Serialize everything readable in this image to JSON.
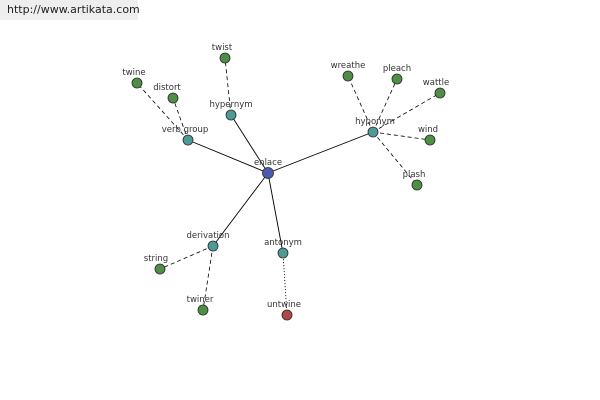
{
  "banner": {
    "url": "http://www.artikata.com"
  },
  "colors": {
    "center": "#4b5bb0",
    "relation": "#4e9a96",
    "leaf": "#4f8f45",
    "antonym_leaf": "#b14848",
    "edge": "#000000"
  },
  "graph": {
    "center": {
      "id": "enlace",
      "label": "enlace"
    },
    "relations": [
      {
        "id": "hypernym",
        "label": "hypernym",
        "leaves": [
          {
            "id": "twist",
            "label": "twist"
          }
        ]
      },
      {
        "id": "verb-group",
        "label": "verb group",
        "leaves": [
          {
            "id": "twine",
            "label": "twine"
          },
          {
            "id": "distort",
            "label": "distort"
          }
        ]
      },
      {
        "id": "hyponym",
        "label": "hyponym",
        "leaves": [
          {
            "id": "wreathe",
            "label": "wreathe"
          },
          {
            "id": "pleach",
            "label": "pleach"
          },
          {
            "id": "wattle",
            "label": "wattle"
          },
          {
            "id": "wind",
            "label": "wind"
          },
          {
            "id": "plash",
            "label": "plash"
          }
        ]
      },
      {
        "id": "derivation",
        "label": "derivation",
        "leaves": [
          {
            "id": "string",
            "label": "string"
          },
          {
            "id": "twiner",
            "label": "twiner"
          }
        ]
      },
      {
        "id": "antonym",
        "label": "antonym",
        "leaves": [
          {
            "id": "untwine",
            "label": "untwine",
            "kind": "antonym"
          }
        ]
      }
    ]
  }
}
